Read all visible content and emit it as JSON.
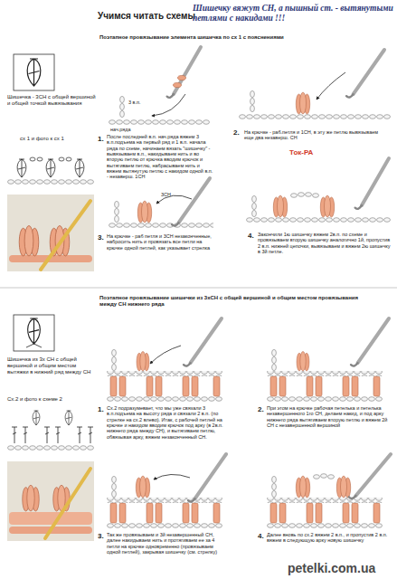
{
  "diagram": {
    "title": "Учимся читать схемы",
    "labels": [
      "Шишечку вяжут СН, а пышный ст. - вытянутыми петлями с накидами !!!",
      "Поэтапное провязывание элемента шишечка по сх 1 с пояснениями",
      "Шишечка - 3СН с общей вершиной и общей точкой вывязывания",
      "сх 1 и фото к сх 1",
      "3 в.п.",
      "нач.ряда",
      "1.",
      "После последней в.п. нач.ряда вяжем 3 в.п.подъема на первый ряд и 1 в.п. начала ряда по схеме, начинаем вязать \"шишечку\" - вывязываем в.п., накидываем нить и во вторую петлю от крючка вводим крючок и вытягиваем петлю, набрасываем нить и вяжем вытянутую петлю с накидом одной в.п. - незаверш. 1СН",
      "2.",
      "На крючке - раб.петля и 1СН, в эту же петлю вывязываем еще два незаверш. СН",
      "3СН",
      "3.",
      "На крючке - раб петля и 3СН незаконченные, набросить нить и провязать все петли на крючке одной петлей, как указывает стрелка",
      "Ток-РА",
      "4.",
      "Закончили 1ю шишечку вяжем 2в.п. по схеме и провязываем вторую шишечку аналогично 1й, пропустив 2 в.п. нижней цепочки, вывязываем и вяжем 2ю шишечку в 3й петле.",
      "Поэтапное провязывание шишечки из 3хСН с общей вершиной и общим местом провязывания между СН нижнего ряда",
      "Шишечка из 3х СН с общей вершиной и общим местом вытяжки в нижний ряд между СН",
      "Сх.2 и фото к схеме 2",
      "1.",
      "Сх.2 подразумевает, что мы уже связали 3 в.п.подъема на высоту ряда и связали 2 в.п. (по стрелке на сх.2 влево). Итак, с рабочей петлей на крючке и накидом вводим крючок под арку (в 2в.п. нижнего ряда между СН), и вытягиваем петлю, обвязывая арку, вяжем незаконченный СН.",
      "2.",
      "При этом на крючке рабочая петелька и петелька незавершенного 1го СН, делаем накид, и под арку нижнего ряда вытягиваем вторую петлю и вяжем 2й СН с незавершенной вершиной",
      "3.",
      "Так же провязываем и 3й незавершенный СН, далее накидываем нить и протягиваем ее за 4 петли на крючке одновременно (провязываем одной петлей), закрывая шишечку (см. стрелку)",
      "4.",
      "Далее вновь по сх.2 вяжем 2 в.п., и пропустив 2 в.п. вяжем в следующую арку новую шишечку",
      "petelki.com.ua"
    ]
  }
}
